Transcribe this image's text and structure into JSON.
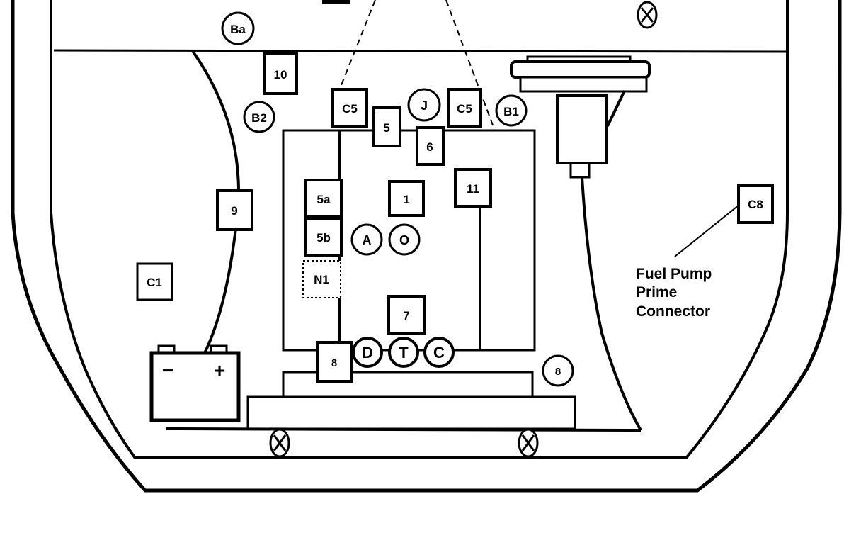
{
  "components": {
    "c5_left": "C5",
    "c5_right": "C5",
    "c1": "C1",
    "c8": "C8",
    "relay_10": "10",
    "relay_9": "9",
    "relay_5": "5",
    "relay_6": "6",
    "relay_5a": "5a",
    "relay_5b": "5b",
    "relay_1": "1",
    "relay_11": "11",
    "relay_7": "7",
    "relay_8": "8",
    "n1": "N1",
    "circle_j": "J",
    "circle_a": "A",
    "circle_o": "O",
    "circle_d": "D",
    "circle_t": "T",
    "circle_c": "C",
    "circle_8": "8",
    "ground_ba": "Ba",
    "ground_b2": "B2",
    "ground_b1": "B1"
  },
  "battery": {
    "minus": "−",
    "plus": "+"
  },
  "callout": {
    "line1": "Fuel Pump",
    "line2": "Prime",
    "line3": "Connector"
  }
}
